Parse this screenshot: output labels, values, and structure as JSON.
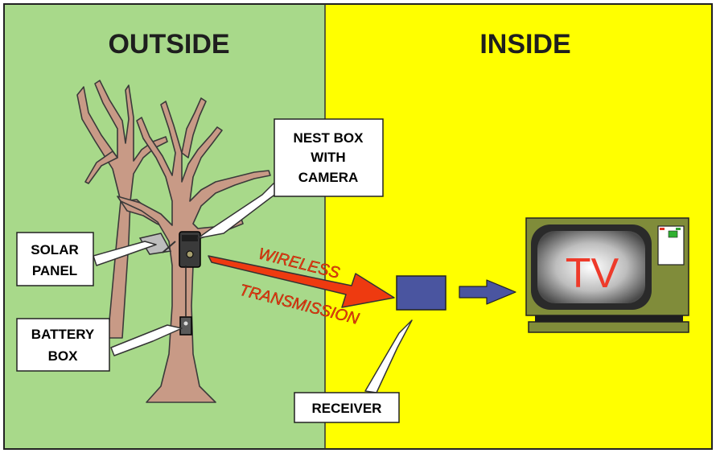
{
  "headings": {
    "outside": "OUTSIDE",
    "inside": "INSIDE"
  },
  "labels": {
    "nest_box": [
      "NEST BOX",
      "WITH",
      "CAMERA"
    ],
    "solar_panel": [
      "SOLAR",
      "PANEL"
    ],
    "battery_box": [
      "BATTERY",
      "BOX"
    ],
    "receiver": "RECEIVER"
  },
  "transmission": {
    "word1": "WIRELESS",
    "word2": "TRANSMISSION"
  },
  "tv_screen_text": "TV",
  "colors": {
    "outside_bg": "#a8d98a",
    "inside_bg": "#ffff00",
    "tree": "#c89a86",
    "receiver": "#4a55a0",
    "transmission": "#ee3a10",
    "tv_cabinet": "#808c3a",
    "tv_text": "#ee3a2a"
  }
}
